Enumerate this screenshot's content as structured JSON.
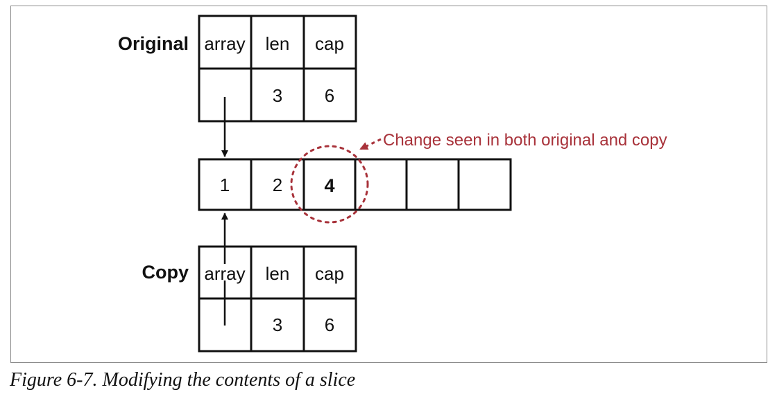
{
  "diagram": {
    "original": {
      "label": "Original",
      "headers": [
        "array",
        "len",
        "cap"
      ],
      "values": [
        "",
        "3",
        "6"
      ]
    },
    "copy": {
      "label": "Copy",
      "headers": [
        "array",
        "len",
        "cap"
      ],
      "values": [
        "",
        "3",
        "6"
      ]
    },
    "backing_array": [
      "1",
      "2",
      "4",
      "",
      "",
      ""
    ],
    "changed_index": 2,
    "annotation": "Change seen in both original and copy",
    "colors": {
      "annotation": "#a8323a",
      "stroke": "#111111"
    }
  },
  "caption": "Figure 6-7. Modifying the contents of a slice"
}
